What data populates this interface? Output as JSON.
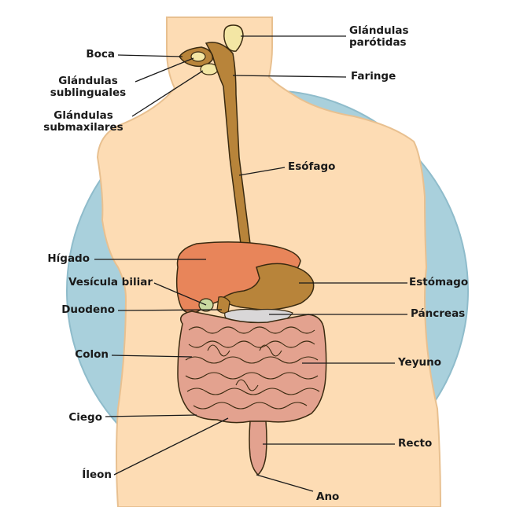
{
  "labels": {
    "boca": "Boca",
    "glandulas_sublinguales_1": "Glándulas",
    "glandulas_sublinguales_2": "sublinguales",
    "glandulas_submaxilares_1": "Glándulas",
    "glandulas_submaxilares_2": "submaxilares",
    "glandulas_parotidas_1": "Glándulas",
    "glandulas_parotidas_2": "parótidas",
    "faringe": "Faringe",
    "esofago": "Esófago",
    "higado": "Hígado",
    "vesicula_biliar": "Vesícula biliar",
    "estomago": "Estómago",
    "duodeno": "Duodeno",
    "pancreas": "Páncreas",
    "colon": "Colon",
    "yeyuno": "Yeyuno",
    "ciego": "Ciego",
    "recto": "Recto",
    "ileon": "Íleon",
    "ano": "Ano"
  },
  "colors": {
    "background_circle": "#a9d0dc",
    "body": "#fddcb4",
    "body_outline": "#e8c090",
    "esophagus": "#b8843a",
    "liver": "#e8855a",
    "intestine": "#e3a28f",
    "gland": "#f3e6a4",
    "pancreas": "#d9d7d8",
    "leader_line": "#1a1a1a"
  }
}
